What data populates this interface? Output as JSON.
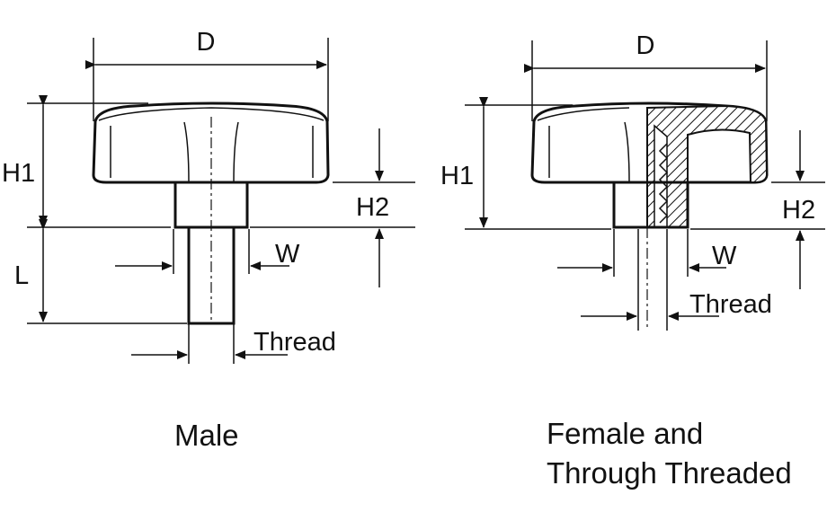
{
  "male": {
    "caption": "Male",
    "labels": {
      "d": "D",
      "h1": "H1",
      "h2": "H2",
      "l": "L",
      "w": "W",
      "thread": "Thread"
    }
  },
  "female": {
    "caption_line1": "Female and",
    "caption_line2": "Through Threaded",
    "labels": {
      "d": "D",
      "h1": "H1",
      "h2": "H2",
      "w": "W",
      "thread": "Thread"
    }
  }
}
